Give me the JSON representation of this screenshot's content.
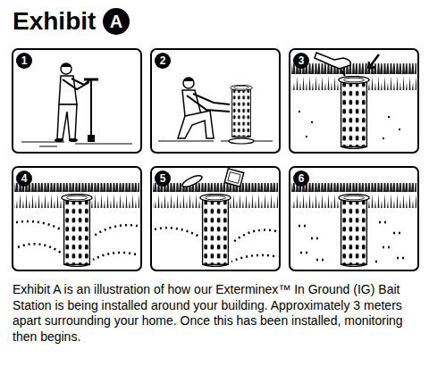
{
  "diagram": {
    "title": "Exhibit",
    "caption": "Exhibit A is an illustration of how our Exterminex™ In Ground (IG) Bait Station is being installed around your building. Approximately 3 meters apart surrounding your home. Once this has been installed, monitoring then begins.",
    "nodes": [
      {
        "text": [
          "A"
        ]
      },
      {
        "text": [
          "1"
        ]
      },
      {
        "text": [
          "2"
        ]
      },
      {
        "text": [
          "3"
        ]
      },
      {
        "text": [
          "4"
        ]
      },
      {
        "text": [
          "5"
        ]
      },
      {
        "text": [
          "6"
        ]
      }
    ]
  }
}
